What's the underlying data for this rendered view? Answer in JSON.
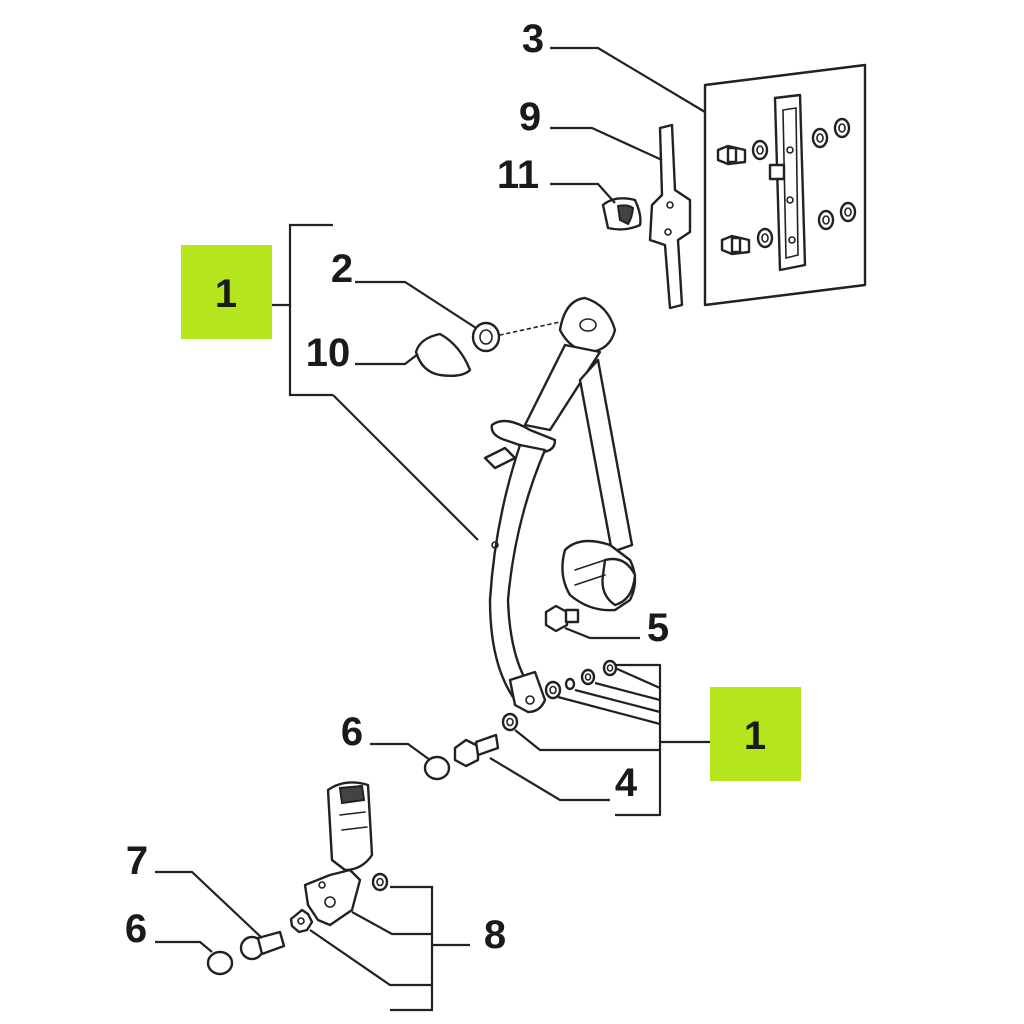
{
  "colors": {
    "badge": "#b5e61d",
    "ink": "#222222",
    "background": "#ffffff"
  },
  "callouts": {
    "c3": "3",
    "c9": "9",
    "c11": "11",
    "c2": "2",
    "c10": "10",
    "c5": "5",
    "c6a": "6",
    "c4": "4",
    "c7": "7",
    "c6b": "6",
    "c8": "8"
  },
  "badges": {
    "left": "1",
    "right": "1"
  },
  "icons": [
    "seat-belt-assembly-icon",
    "retractor-icon",
    "buckle-icon",
    "bolt-icon",
    "washer-icon",
    "cap-icon",
    "height-adjuster-icon",
    "anchor-plate-icon"
  ]
}
